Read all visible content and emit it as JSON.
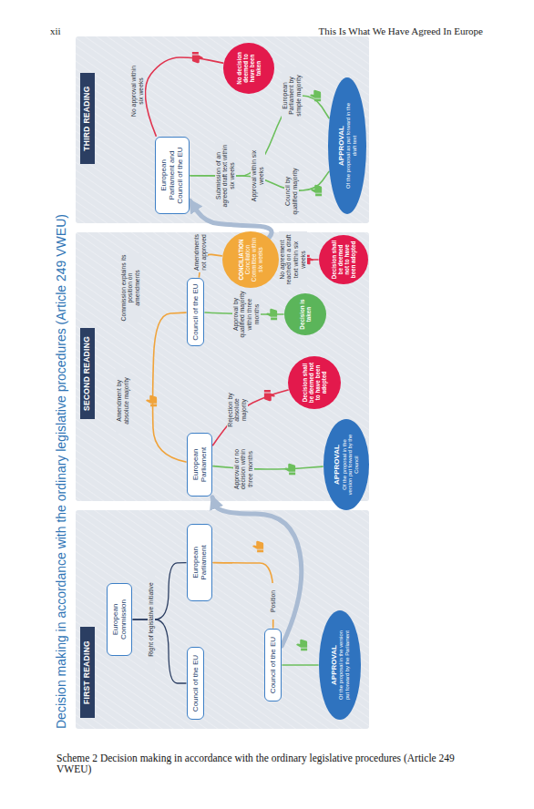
{
  "diagram": {
    "title": "Decision making in accordance with the ordinary legislative procedures (Article 249 VWEU)",
    "caption": "Scheme 2 Decision making in accordance with the ordinary legislative procedures (Article 249 VWEU)",
    "nodes": [
      {
        "text": [
          "FIRST READING"
        ]
      },
      {
        "text": [
          "European Commission"
        ]
      },
      {
        "text": [
          "Council of the EU"
        ]
      },
      {
        "text": [
          "European Parliament"
        ]
      },
      {
        "text": [
          "Council of the EU"
        ]
      },
      {
        "text": [
          "APPROVAL",
          "Of the proposal in the version put forward by the Parliament"
        ]
      },
      {
        "text": [
          "SECOND READING"
        ]
      },
      {
        "text": [
          "European Parliament"
        ]
      },
      {
        "text": [
          "Council of the EU"
        ]
      },
      {
        "text": [
          "Decision shall be deemed not to have been adopted"
        ]
      },
      {
        "text": [
          "Decision is taken"
        ]
      },
      {
        "text": [
          "CONCILIATION",
          "Conciliation Committee within six weeks"
        ]
      },
      {
        "text": [
          "Decision shall be deemed not to have been adopted"
        ]
      },
      {
        "text": [
          "APPROVAL",
          "Of the proposal in the version put forward by the Council"
        ]
      },
      {
        "text": [
          "THIRD READING"
        ]
      },
      {
        "text": [
          "European Parliament and Council of the EU"
        ]
      },
      {
        "text": [
          "No decision deemed to have been taken"
        ]
      },
      {
        "text": [
          "APPROVAL",
          "Of the proposal as put forward in the draft text"
        ]
      }
    ],
    "edges": [
      {
        "from": 1,
        "to": 2,
        "arrow": "none",
        "label": "Right of legislative initiative"
      },
      {
        "from": 1,
        "to": 3,
        "arrow": "none"
      },
      {
        "from": 3,
        "to": 4,
        "arrow": "none",
        "label": "Position"
      },
      {
        "from": 4,
        "to": 5,
        "arrow": "none"
      },
      {
        "from": 4,
        "to": 7,
        "arrow": "to"
      },
      {
        "from": 7,
        "to": 13,
        "arrow": "none",
        "label": "Approval or no decision within three months"
      },
      {
        "from": 7,
        "to": 9,
        "arrow": "none",
        "label": "Rejection by absolute majority"
      },
      {
        "from": 7,
        "to": 8,
        "arrow": "none",
        "label": "Amendment by absolute majority"
      },
      {
        "from": 8,
        "to": 10,
        "arrow": "none",
        "label": "Approval by qualified majority within three months"
      },
      {
        "from": 8,
        "to": 11,
        "arrow": "none",
        "label": "Amendments not approved"
      },
      {
        "from": 11,
        "to": 12,
        "arrow": "none",
        "label": "No agreement reached on a draft text within six weeks"
      },
      {
        "from": 11,
        "to": 15,
        "arrow": "to"
      },
      {
        "from": 15,
        "to": 16,
        "arrow": "none",
        "label": "No approval within six weeks"
      },
      {
        "from": 15,
        "to": 17,
        "arrow": "none",
        "label": "Council by qualified majority"
      },
      {
        "from": 15,
        "to": 17,
        "arrow": "none",
        "label": "European Parliament by simple majority"
      }
    ],
    "labels": [
      "xii",
      "This Is What We Have Agreed In Europe",
      "Commission explains its position on amendments",
      "Submission of an agreed draft text within six weeks",
      "Approval within six weeks"
    ]
  }
}
